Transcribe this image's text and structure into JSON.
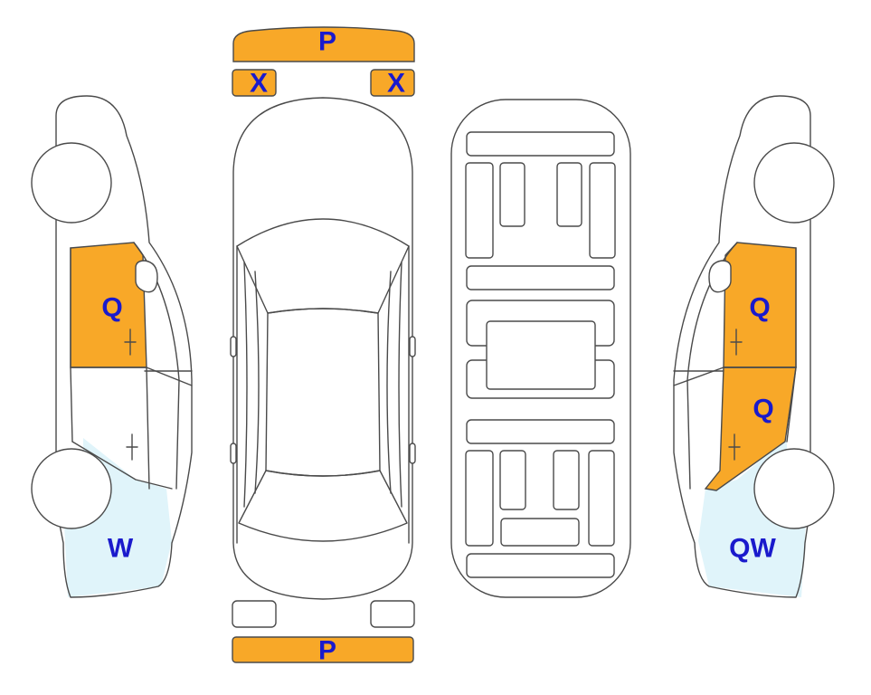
{
  "colors": {
    "damage_fill": "#F8A828",
    "light_fill": "#E0F4FA",
    "label_color": "#1A1ACC",
    "line_color": "#4A4A4A"
  },
  "labels": {
    "front_bumper": "P",
    "headlight_left": "X",
    "headlight_right": "X",
    "rear_bumper": "P",
    "left_front_door": "Q",
    "left_rear_quarter": "W",
    "right_front_door": "Q",
    "right_rear_door": "Q",
    "right_rear_quarter": "QW"
  }
}
